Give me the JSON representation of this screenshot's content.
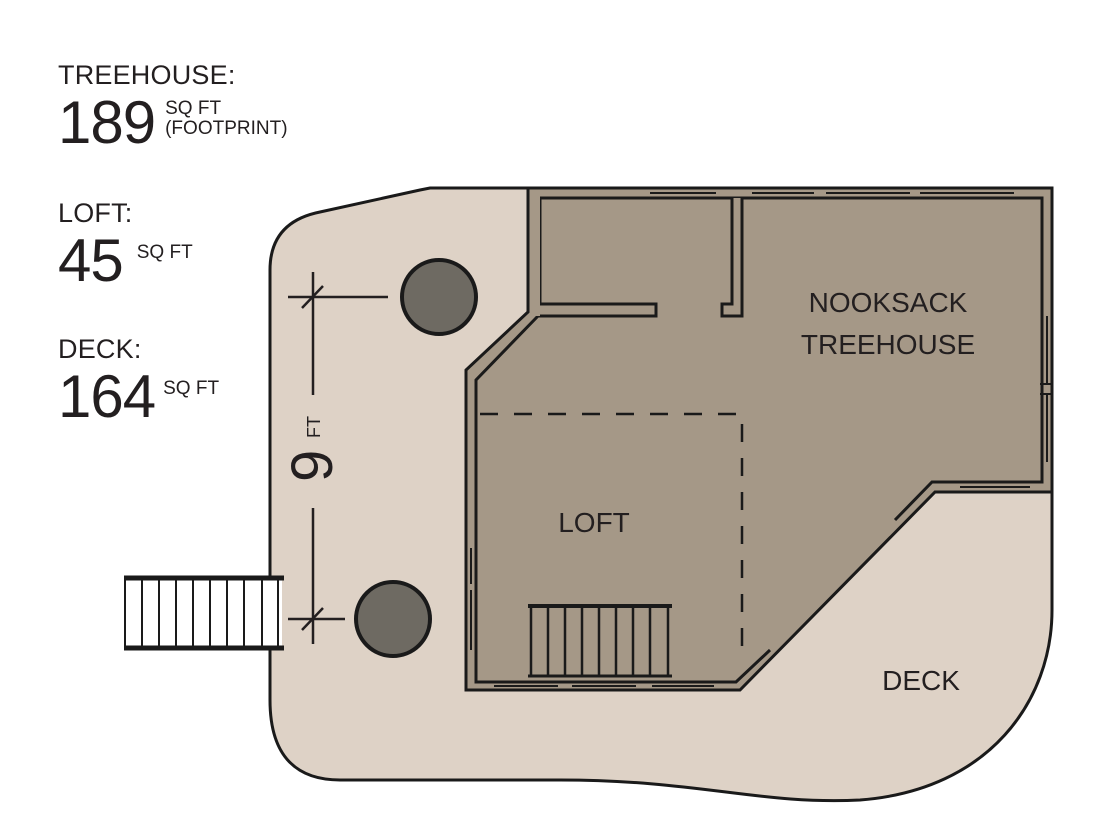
{
  "stats": {
    "treehouse": {
      "label": "TREEHOUSE:",
      "value": "189",
      "unit": "SQ FT",
      "note": "(FOOTPRINT)"
    },
    "loft": {
      "label": "LOFT:",
      "value": "45",
      "unit": "SQ FT"
    },
    "deck": {
      "label": "DECK:",
      "value": "164",
      "unit": "SQ FT"
    }
  },
  "plan": {
    "room_labels": {
      "main_line1": "NOOKSACK",
      "main_line2": "TREEHOUSE",
      "loft": "LOFT",
      "deck": "DECK"
    },
    "dimension": {
      "value": "9",
      "unit": "FT"
    },
    "colors": {
      "deck_fill": "#ded2c6",
      "interior_fill": "#a59887",
      "post_fill": "#6e6a62",
      "line": "#1a1a1a",
      "background": "#ffffff"
    }
  }
}
